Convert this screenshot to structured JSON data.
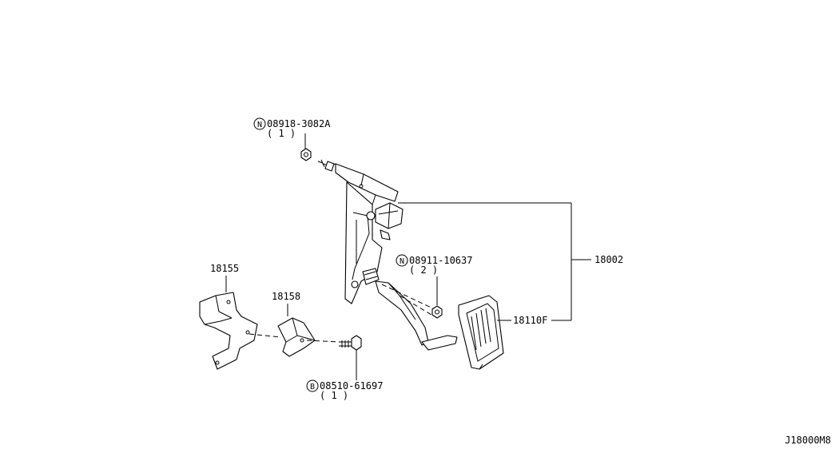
{
  "callouts": {
    "nut_top": {
      "prefix": "N",
      "part_no": "08918-3082A",
      "qty": "( 1 )"
    },
    "nut_mid": {
      "prefix": "N",
      "part_no": "08911-10637",
      "qty": "( 2 )"
    },
    "bolt": {
      "prefix": "B",
      "part_no": "08510-61697",
      "qty": "( 1 )"
    }
  },
  "parts": {
    "bracket_a": "18155",
    "bracket_b": "18158",
    "pad": "18110F",
    "assembly": "18002"
  },
  "diagram_id": "J18000M8"
}
